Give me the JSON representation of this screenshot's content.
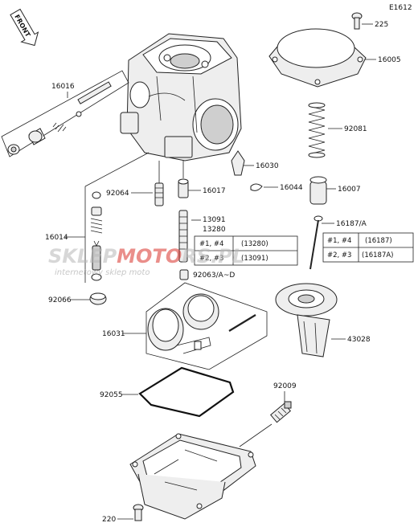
{
  "diagram": {
    "code": "E1612",
    "front": "FRONT",
    "labels": {
      "p225": "225",
      "p16005": "16005",
      "p16016": "16016",
      "p92081": "92081",
      "p16030": "16030",
      "p92064": "92064",
      "p16017": "16017",
      "p16044": "16044",
      "p16007": "16007",
      "p16014": "16014",
      "p13091": "13091",
      "p13280": "13280",
      "p16187a": "16187/A",
      "p92063": "92063/A~D",
      "p92066": "92066",
      "p16031": "16031",
      "p43028": "43028",
      "p92009": "92009",
      "p92055": "92055",
      "p220": "220"
    },
    "table_left": [
      {
        "key": "#1, #4",
        "value": "(13280)"
      },
      {
        "key": "#2, #3",
        "value": "(13091)"
      }
    ],
    "table_right": [
      {
        "key": "#1, #4",
        "value": "(16187)"
      },
      {
        "key": "#2, #3",
        "value": "(16187A)"
      }
    ],
    "watermark": {
      "brand_a": "SKLEP",
      "brand_b": "MOTO",
      "brand_c": "RS.PL",
      "tagline": "internetowy sklep moto",
      "accent": "#d9322b"
    }
  }
}
